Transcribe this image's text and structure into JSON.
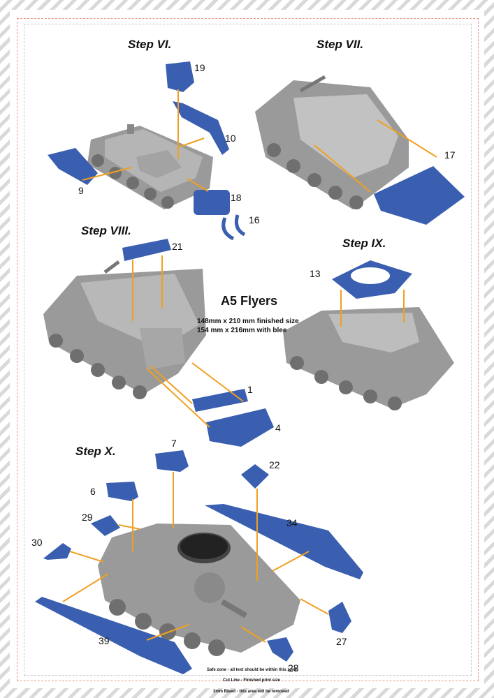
{
  "steps": {
    "step6": "Step VI.",
    "step7": "Step VII.",
    "step8": "Step VIII.",
    "step9": "Step IX.",
    "step10": "Step X."
  },
  "part_numbers": {
    "p19": "19",
    "p10": "10",
    "p9": "9",
    "p18": "18",
    "p16": "16",
    "p17": "17",
    "p21": "21",
    "p13": "13",
    "p1": "1",
    "p4": "4",
    "p7": "7",
    "p22": "22",
    "p6": "6",
    "p29": "29",
    "p34": "34",
    "p30": "30",
    "p27": "27",
    "p39": "39",
    "p28": "28"
  },
  "flyer": {
    "title": "A5 Flyers",
    "line1": "148mm x 210 mm finished size",
    "line2": "154 mm x 216mm with blee"
  },
  "notes": {
    "safe": "Safe zone - all text should be within this zone",
    "cut": "Cut Line - Finished print size",
    "bleed": "3mm Bleed - this area will be removed"
  },
  "colors": {
    "part_blue": "#3a5fb0",
    "model_grey": "#8f8f8f",
    "arrow_orange": "#f0a020"
  }
}
